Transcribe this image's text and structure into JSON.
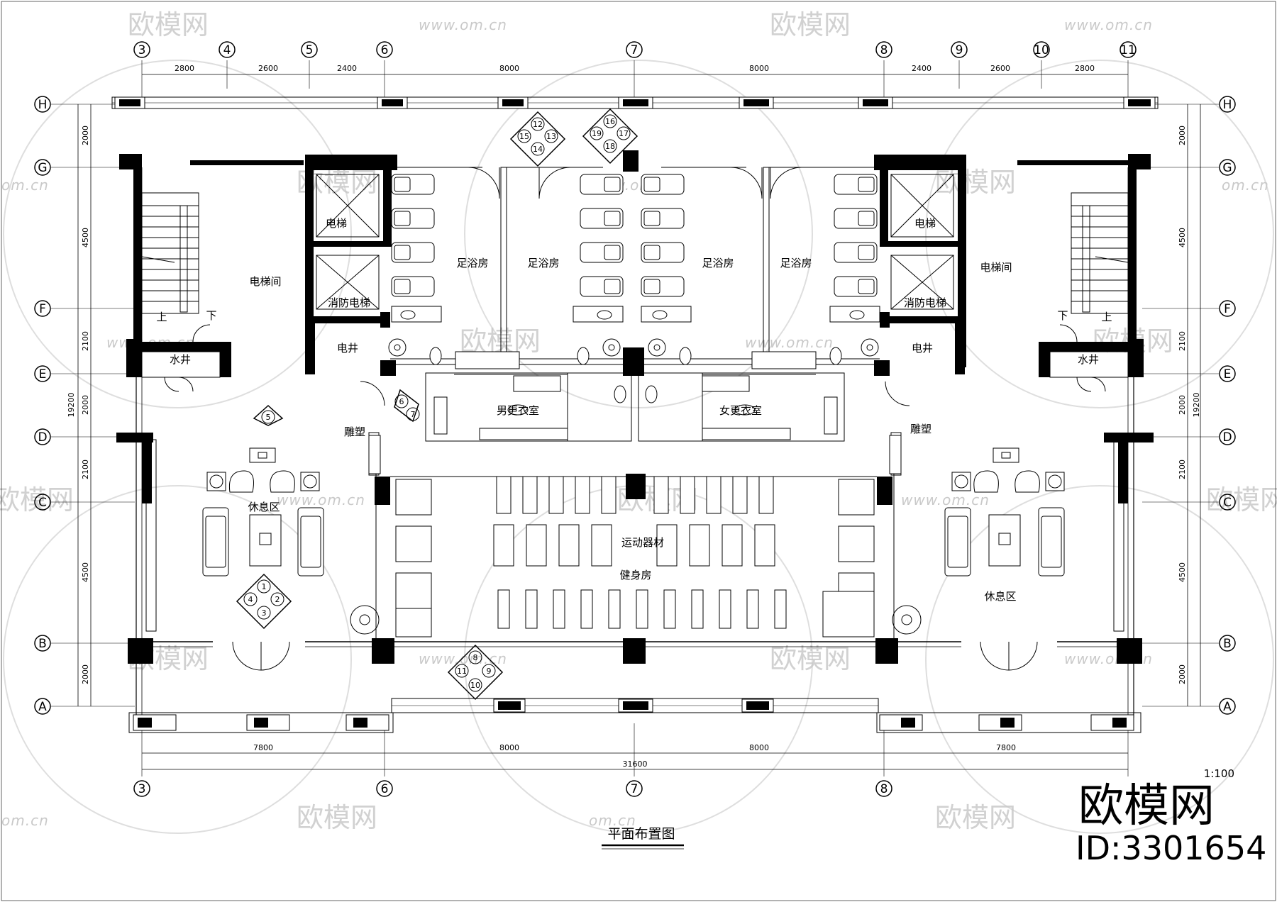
{
  "drawing": {
    "title": "平面布置图",
    "scale": "1:100",
    "brand": "欧模网",
    "id_text": "ID:3301654"
  },
  "watermark": {
    "logo_text": "欧模网",
    "url": "www.om.cn",
    "url_short": "om.cn"
  },
  "axes": {
    "columns_top": [
      "3",
      "4",
      "5",
      "6",
      "7",
      "8",
      "9",
      "10",
      "11"
    ],
    "columns_bottom": [
      "3",
      "6",
      "7",
      "8"
    ],
    "rows": [
      "H",
      "G",
      "F",
      "E",
      "D",
      "C",
      "B",
      "A"
    ]
  },
  "dimensions": {
    "top": [
      "2800",
      "2600",
      "2400",
      "8000",
      "8000",
      "2400",
      "2600",
      "2800"
    ],
    "bottom": [
      "7800",
      "8000",
      "8000",
      "7800"
    ],
    "bottom_total": "31600",
    "left": [
      "2000",
      "4500",
      "2100",
      "2000",
      "2100",
      "4500",
      "2000"
    ],
    "left_total": "19200",
    "right": [
      "2000",
      "4500",
      "2100",
      "2000",
      "2100",
      "4500",
      "2000"
    ],
    "right_total": "19200"
  },
  "rooms": {
    "elevator_left": "电梯",
    "fire_elevator_left": "消防电梯",
    "shaft_left": "电井",
    "elevator_hall_left": "电梯间",
    "water_well_left": "水井",
    "up_left": "上",
    "down_left": "下",
    "foot_bath_1": "足浴房",
    "foot_bath_2": "足浴房",
    "foot_bath_3": "足浴房",
    "foot_bath_4": "足浴房",
    "elevator_right": "电梯",
    "fire_elevator_right": "消防电梯",
    "shaft_right": "电井",
    "elevator_hall_right": "电梯间",
    "water_well_right": "水井",
    "up_right": "上",
    "down_right": "下",
    "mens_locker": "男更衣室",
    "womens_locker": "女更衣室",
    "sculpture_left": "雕塑",
    "sculpture_right": "雕塑",
    "rest_left": "休息区",
    "rest_right": "休息区",
    "equipment": "运动器材",
    "gym": "健身房"
  },
  "view_markers": {
    "m1": [
      "12",
      "13",
      "14",
      "15"
    ],
    "m2": [
      "16",
      "17",
      "18",
      "19"
    ],
    "m3": [
      "1",
      "2",
      "3",
      "4"
    ],
    "m4": [
      "8",
      "9",
      "10",
      "11"
    ],
    "m5": [
      "5"
    ],
    "m6": [
      "6",
      "7"
    ]
  }
}
